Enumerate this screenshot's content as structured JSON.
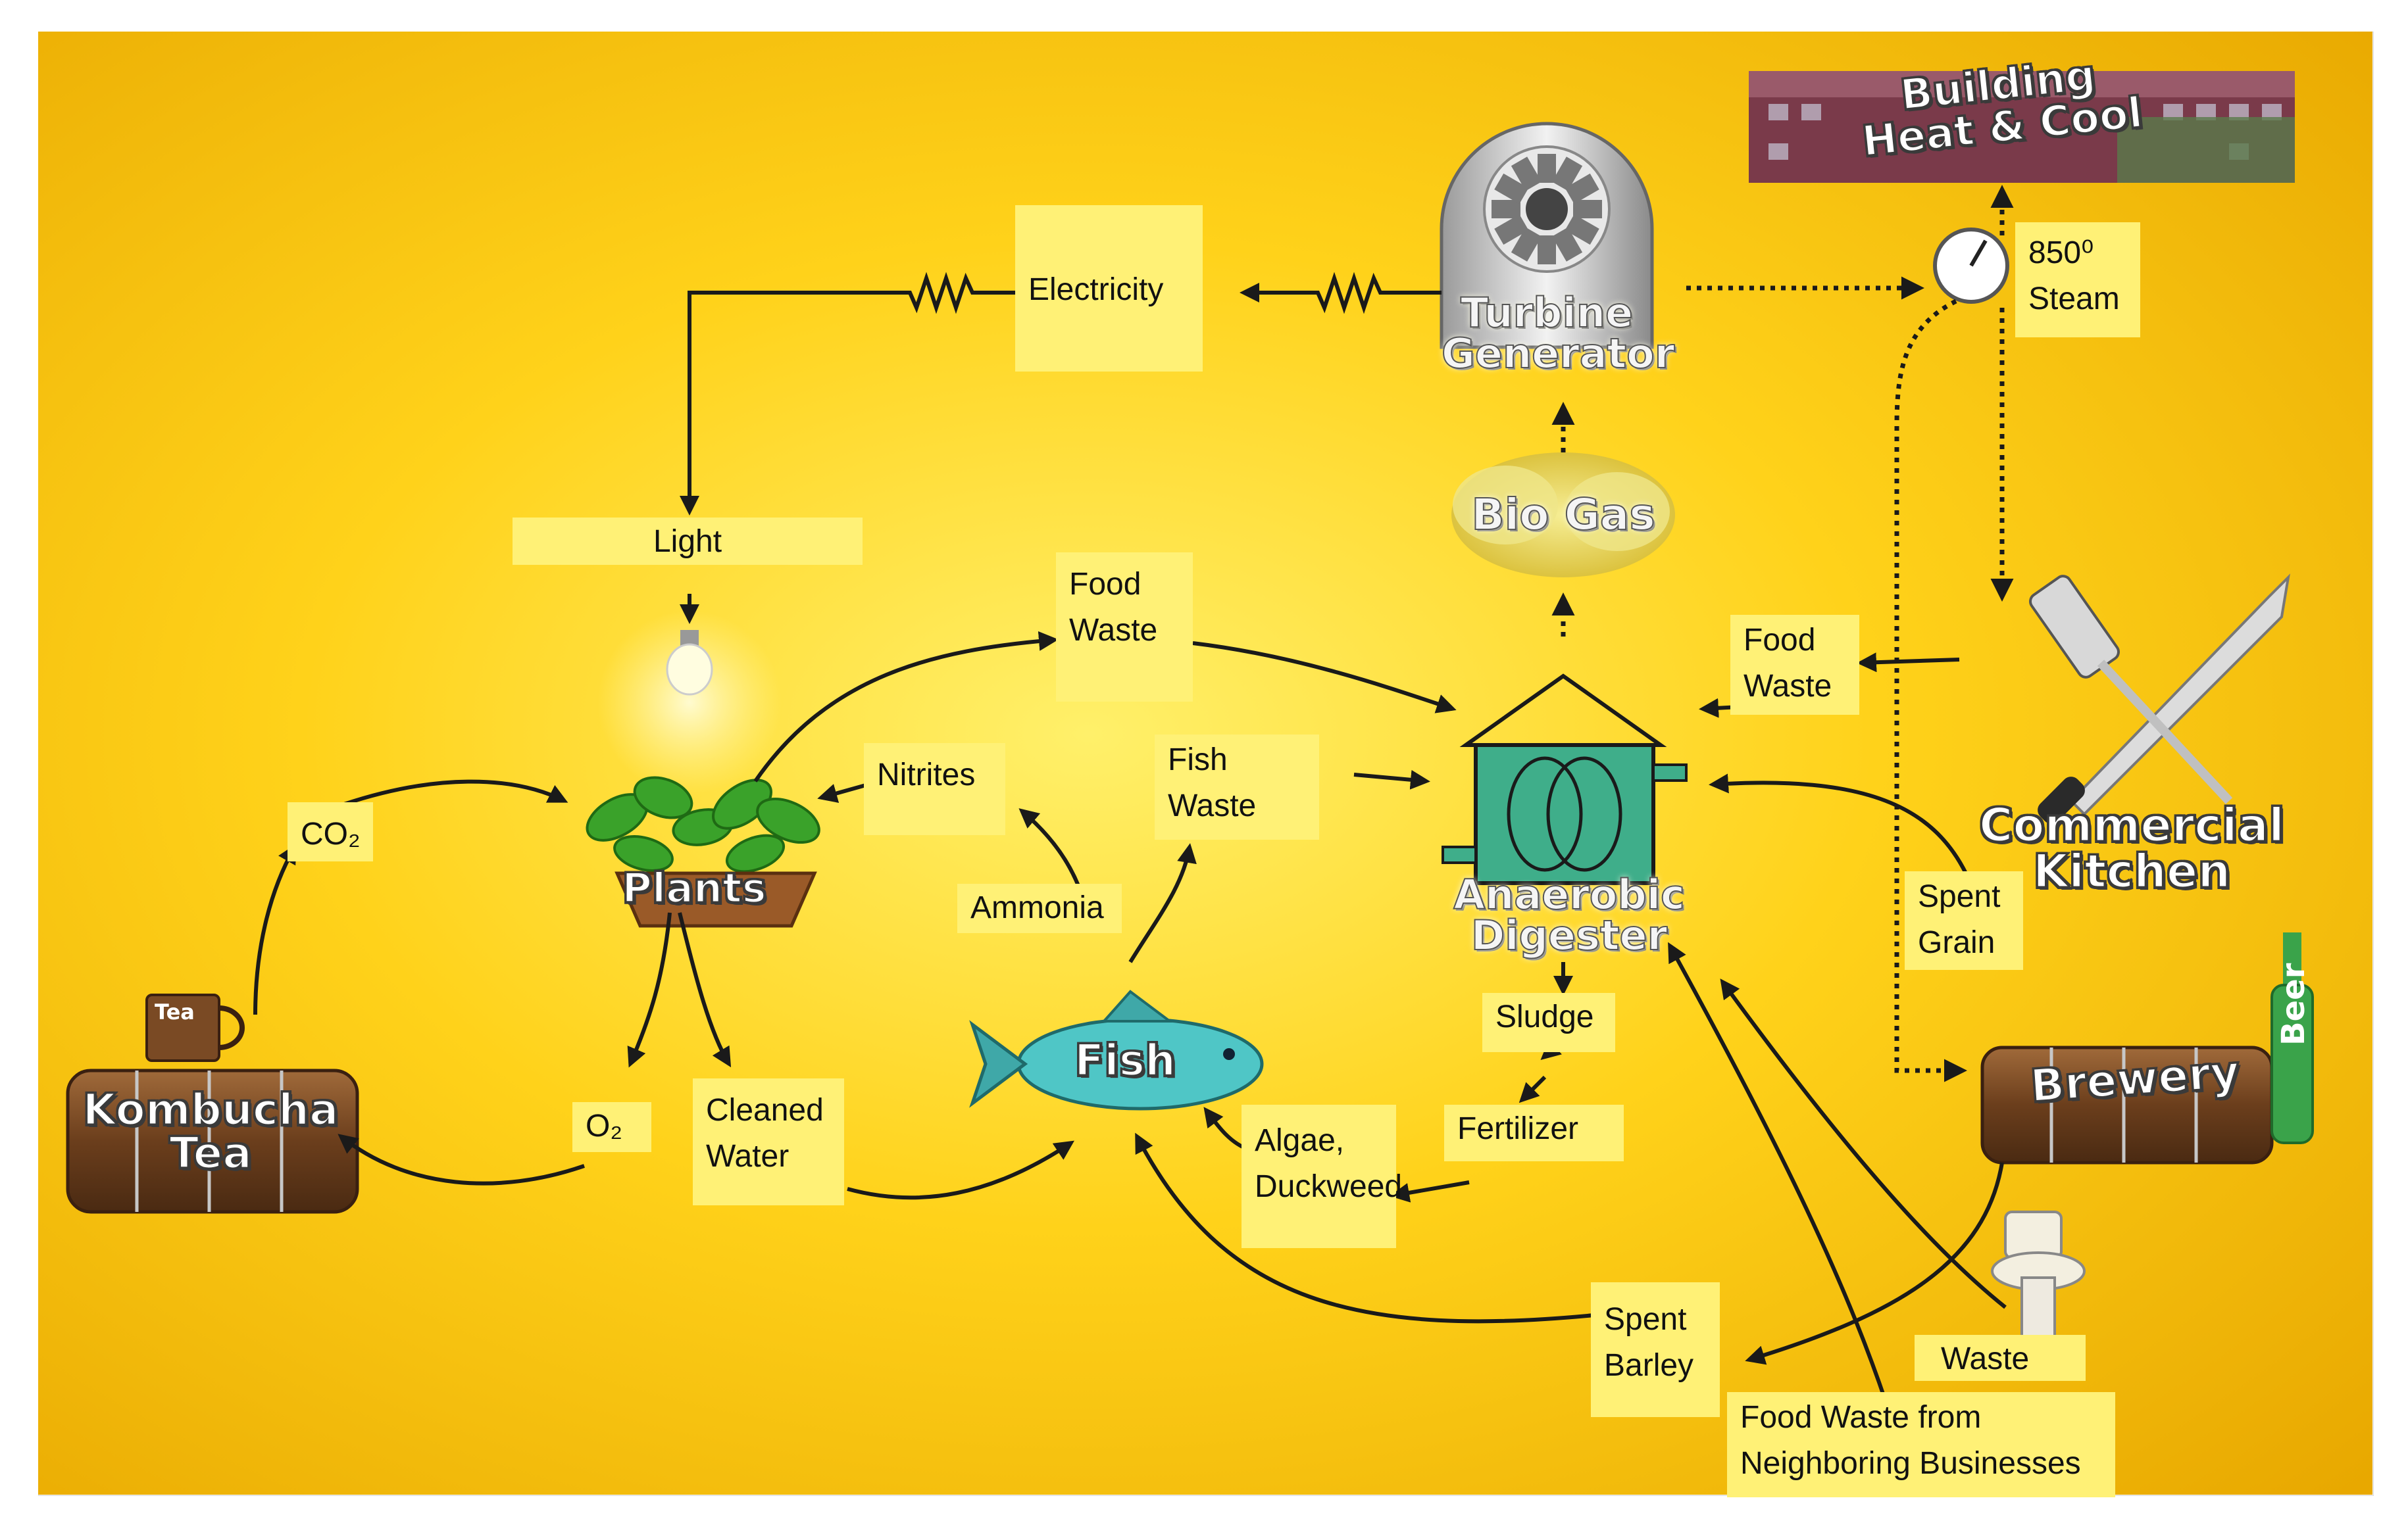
{
  "labels": {
    "electricity": "Electricity",
    "light": "Light",
    "food_waste_top": "Food\nWaste",
    "food_waste_right": "Food\nWaste",
    "nitrites": "Nitrites",
    "fish_waste": "Fish\nWaste",
    "ammonia": "Ammonia",
    "co2": "CO₂",
    "o2": "O₂",
    "cleaned_water": "Cleaned\nWater",
    "sludge": "Sludge",
    "fertilizer": "Fertilizer",
    "algae_duckweed": "Algae,\nDuckweed",
    "spent_grain": "Spent\nGrain",
    "steam": "850⁰\nSteam",
    "spent_barley": "Spent\nBarley",
    "waste": "Waste",
    "food_waste_neighbors": "Food Waste from\nNeighboring Businesses"
  },
  "nodes": {
    "building": "Building\nHeat & Cool",
    "turbine": "Turbine\nGenerator",
    "biogas": "Bio Gas",
    "plants": "Plants",
    "fish": "Fish",
    "digester": "Anaerobic\nDigester",
    "kitchen": "Commercial\nKitchen",
    "brewery": "Brewery",
    "kombucha": "Kombucha\nTea",
    "tea_mug": "Tea",
    "beer": "Beer"
  },
  "colors": {
    "background_center": "#ffe34d",
    "background_edge": "#efb400",
    "label_fill": "#fff176",
    "arrow": "#1a1a1a",
    "fish_body": "#4fc6c6",
    "digester_body": "#3fae8a",
    "barrel": "#7a4a24",
    "leaf": "#3aa22a",
    "bottle": "#3aa34a"
  },
  "icons": {
    "turbine": "turbine-icon",
    "bulb": "lightbulb-icon",
    "fish": "fish-icon",
    "digester": "digester-icon",
    "kitchen": "knife-spatula-icon",
    "toilet": "toilet-icon",
    "gauge": "pressure-gauge-icon",
    "beer": "beer-bottle-icon",
    "mug": "mug-icon"
  }
}
